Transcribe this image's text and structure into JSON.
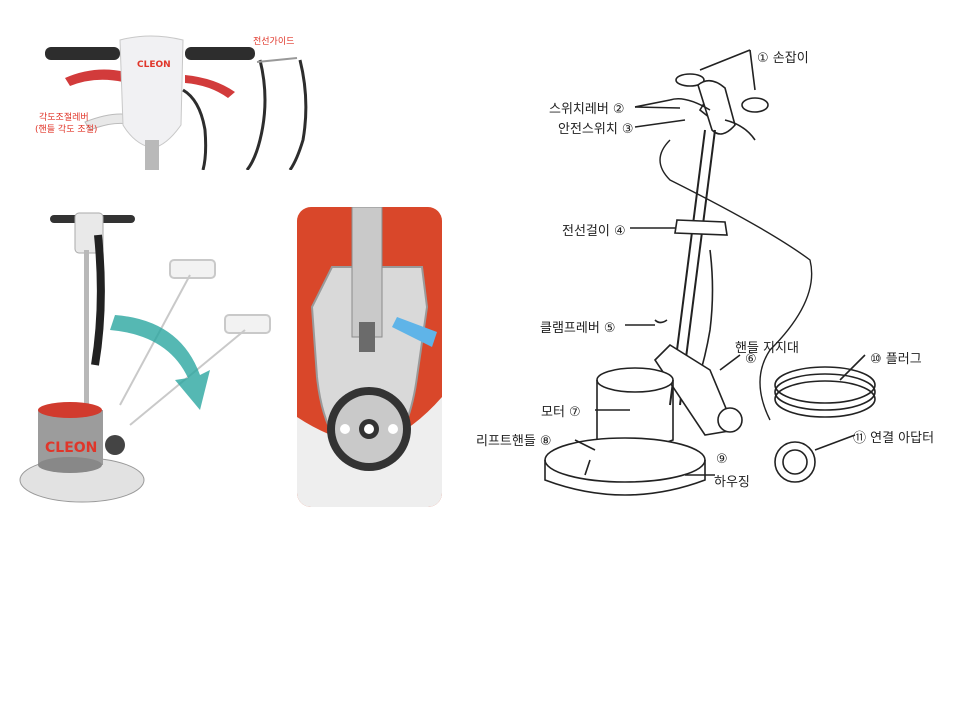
{
  "photo_handle": {
    "brand": "CLEON",
    "cable_guide_label": "전선가이드",
    "angle_lever_label_line1": "각도조절레버",
    "angle_lever_label_line2": "(핸들 각도 조절)"
  },
  "photo_machine": {
    "brand": "CLEON"
  },
  "diagram": {
    "labels": {
      "l1": "① 손잡이",
      "l2": "스위치레버 ②",
      "l3": "안전스위치 ③",
      "l4": "전선걸이 ④",
      "l5": "클램프레버 ⑤",
      "l6": "핸들 지지대",
      "l6_num": "⑥",
      "l7": "모터 ⑦",
      "l8": "리프트핸들 ⑧",
      "l9_num": "⑨",
      "l9": "하우징",
      "l10": "⑩ 플러그",
      "l11": "⑪ 연결 아답터"
    }
  },
  "colors": {
    "accent_red": "#e0362a",
    "panel_orange": "#d9472a",
    "arrow_teal": "#2aa6a0"
  }
}
